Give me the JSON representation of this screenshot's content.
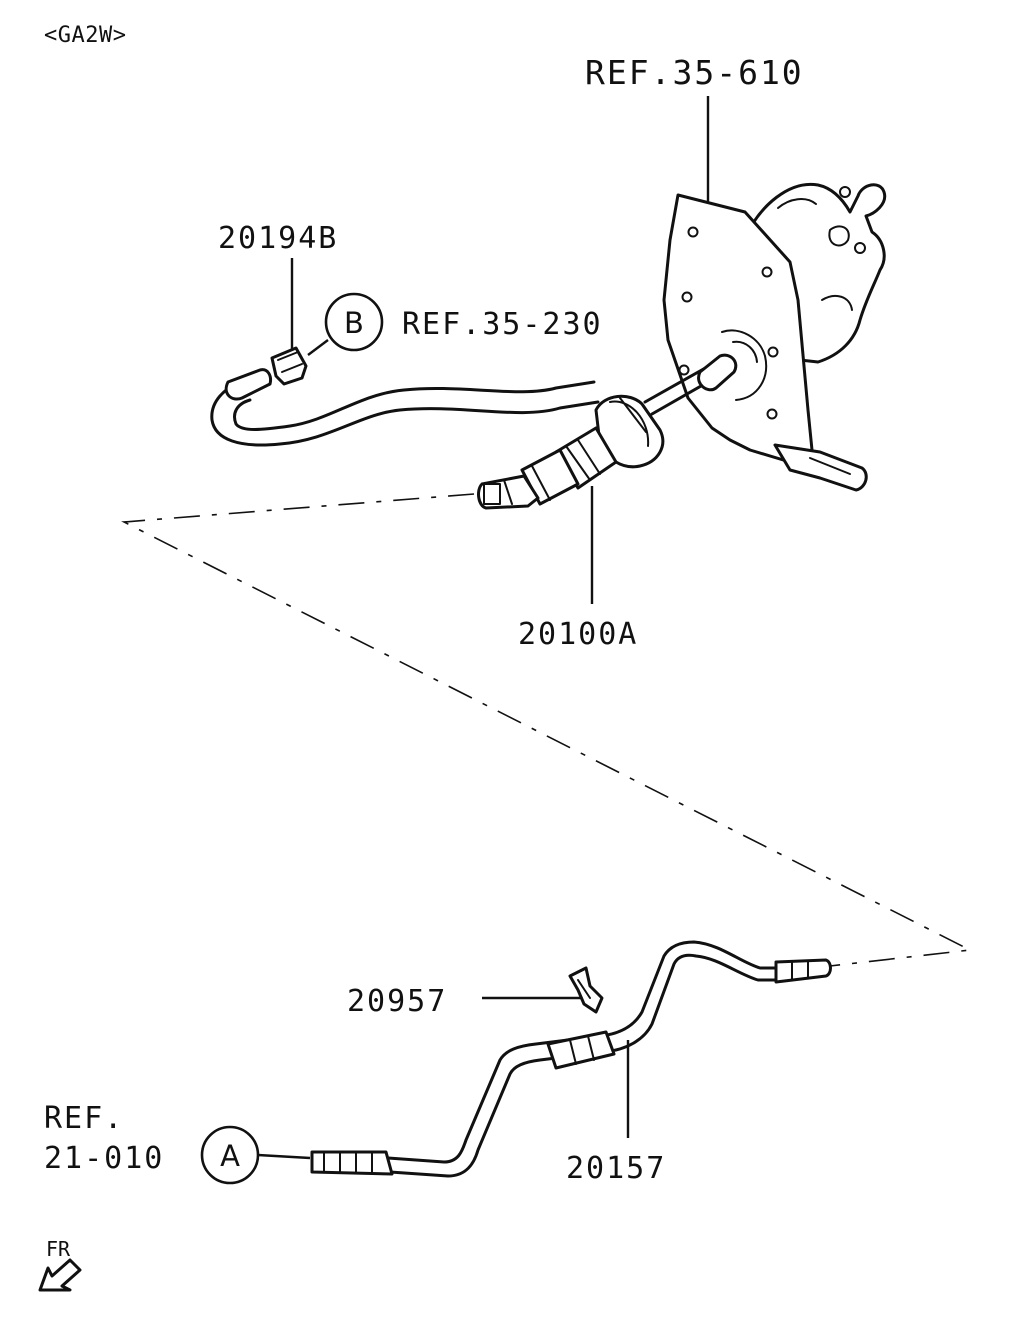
{
  "variant": "<GA2W>",
  "ref_booster": "REF.35-610",
  "ref_b": "REF.35-230",
  "ref_a_line1": "REF.",
  "ref_a_line2": "21-010",
  "callout_b": "B",
  "callout_a": "A",
  "parts": {
    "fitting": "20194B",
    "master_cylinder": "20100A",
    "clip": "20957",
    "pipe": "20157"
  },
  "direction_label": "FR"
}
